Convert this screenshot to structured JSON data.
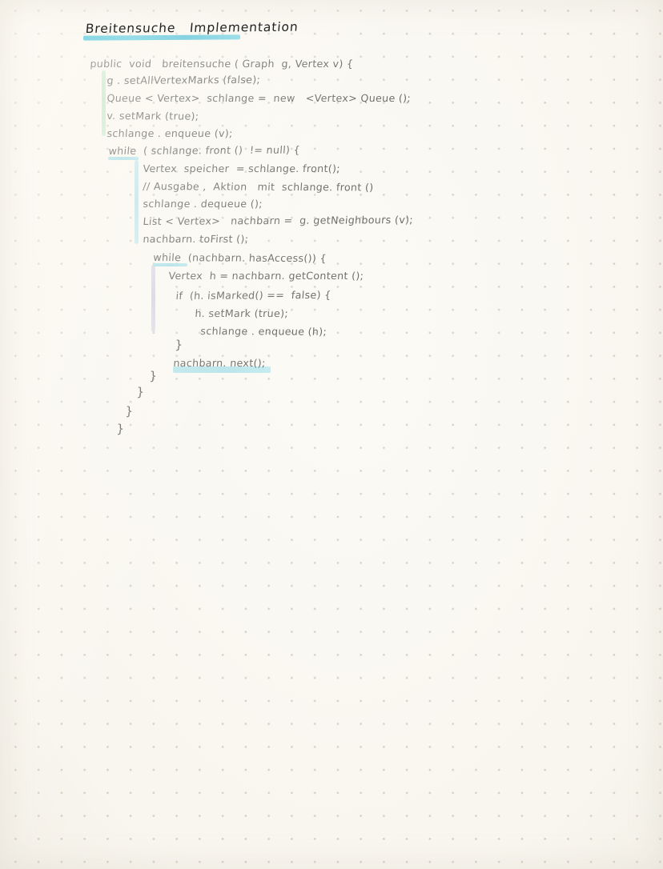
{
  "page": {
    "kind": "handwritten-notebook-page",
    "paper": "dotted-grid",
    "background_color": "#faf8f2",
    "dot_color": "#c9c2b7",
    "ink_color": "#232323"
  },
  "title": {
    "text": "Breitensuche   Implementation",
    "underline_color": "#7fd4e4"
  },
  "markers": {
    "outer_block_color": "#a8e0b8",
    "while_block_color": "#a8d8e8",
    "inner_while_block_color": "#c8c4e0",
    "keyword_underline_color": "#82d3e3"
  },
  "code": {
    "language": "java",
    "lines": [
      {
        "id": "l01",
        "indent": 0,
        "text": "public  void   breitensuche ( Graph  g, Vertex v) {"
      },
      {
        "id": "l02",
        "indent": 1,
        "text": "g . setAllVertexMarks (false);"
      },
      {
        "id": "l03",
        "indent": 1,
        "text": "Queue < Vertex>  schlange =  new   <Vertex> Queue ();"
      },
      {
        "id": "l04",
        "indent": 1,
        "text": "v. setMark (true);"
      },
      {
        "id": "l05",
        "indent": 1,
        "text": "schlange . enqueue (v);"
      },
      {
        "id": "l06",
        "indent": 2,
        "text": "while  ( schlange. front ()  != null) {"
      },
      {
        "id": "l07",
        "indent": 3,
        "text": "Vertex  speicher  = schlange. front();"
      },
      {
        "id": "l08",
        "indent": 3,
        "text": "// Ausgabe ,  Aktion   mit  schlange. front ()"
      },
      {
        "id": "l09",
        "indent": 3,
        "text": "schlange . dequeue ();"
      },
      {
        "id": "l10",
        "indent": 3,
        "text": "List < Vertex>   nachbarn =  g. getNeighbours (v);"
      },
      {
        "id": "l11",
        "indent": 3,
        "text": "nachbarn. toFirst ();"
      },
      {
        "id": "l12",
        "indent": 4,
        "text": "while  (nachbarn. hasAccess()) {"
      },
      {
        "id": "l13",
        "indent": 5,
        "text": "Vertex  h = nachbarn. getContent ();"
      },
      {
        "id": "l14",
        "indent": 5,
        "text": "if  (h. isMarked() ==  false) {"
      },
      {
        "id": "l15",
        "indent": 6,
        "text": "h. setMark (true);"
      },
      {
        "id": "l16",
        "indent": 6,
        "text": "schlange . enqueue (h);"
      },
      {
        "id": "l17",
        "indent": 5,
        "text": "}"
      },
      {
        "id": "l18",
        "indent": 5,
        "text": "nachbarn. next();"
      },
      {
        "id": "l19",
        "indent": 4,
        "text": "}"
      },
      {
        "id": "l20",
        "indent": 3,
        "text": "}"
      },
      {
        "id": "l21",
        "indent": 2,
        "text": "}"
      },
      {
        "id": "l22",
        "indent": 1,
        "text": "}"
      }
    ]
  },
  "highlighted": {
    "keyword_while_1": "while",
    "keyword_while_2": "while",
    "statement_next": "nachbarn. next();"
  }
}
